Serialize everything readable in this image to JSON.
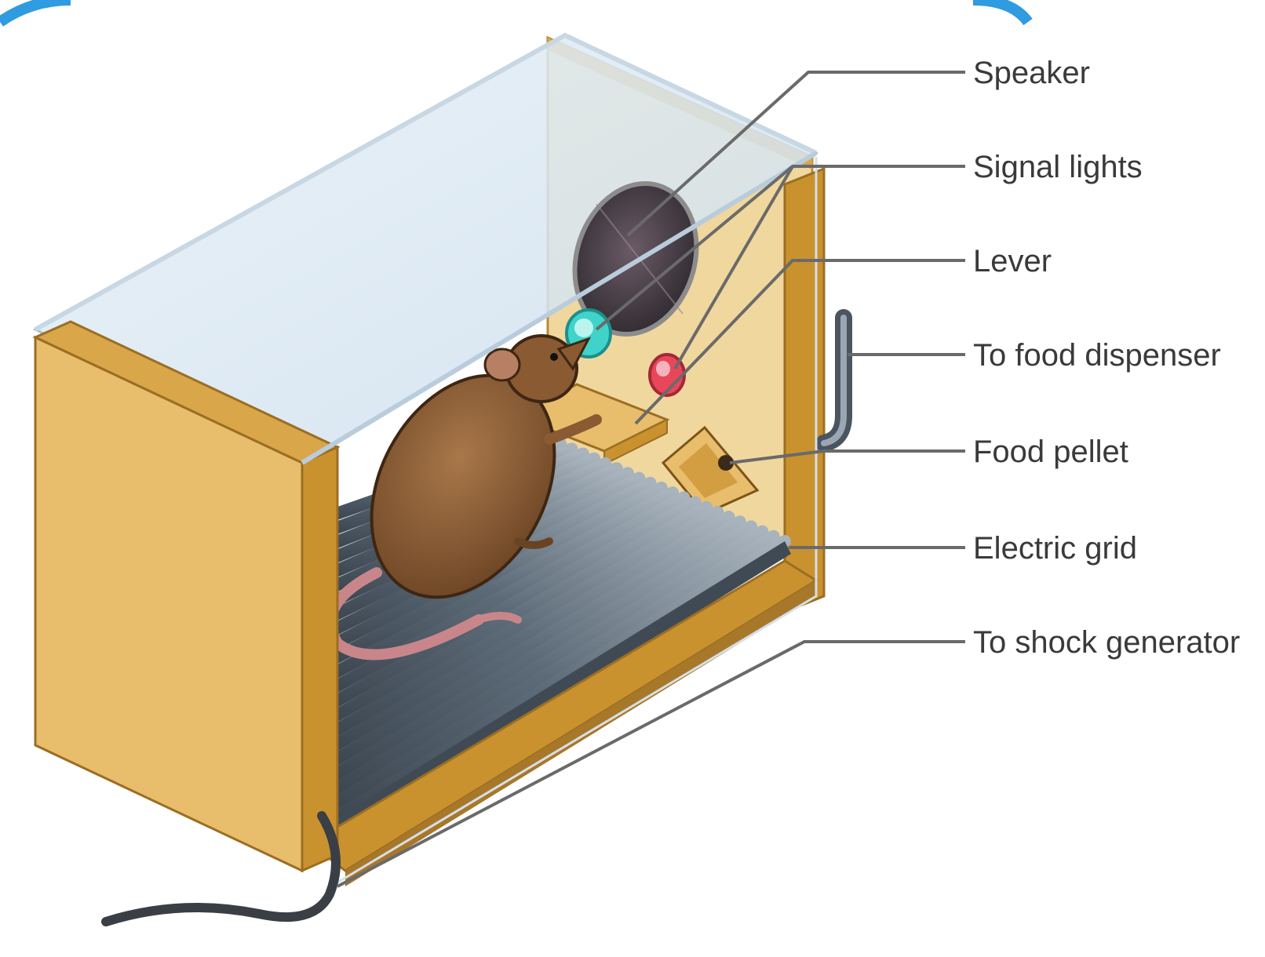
{
  "diagram": {
    "labels": [
      {
        "id": "speaker",
        "text": "Speaker"
      },
      {
        "id": "signal-lights",
        "text": "Signal lights"
      },
      {
        "id": "lever",
        "text": "Lever"
      },
      {
        "id": "food-dispenser",
        "text": "To food dispenser"
      },
      {
        "id": "food-pellet",
        "text": "Food pellet"
      },
      {
        "id": "electric-grid",
        "text": "Electric grid"
      },
      {
        "id": "shock-generator",
        "text": "To shock generator"
      }
    ],
    "colors": {
      "wood_light": "#e8bd6c",
      "wood_dark": "#c9922f",
      "wood_back": "#f0d79e",
      "glass": "#dbe8f3",
      "grid_rod": "#5d6b78",
      "rat_body": "#8a5a32",
      "signal_light_green": "#3fd3c9",
      "signal_light_red": "#e8475a",
      "leader_line": "#6a6a6a"
    }
  }
}
